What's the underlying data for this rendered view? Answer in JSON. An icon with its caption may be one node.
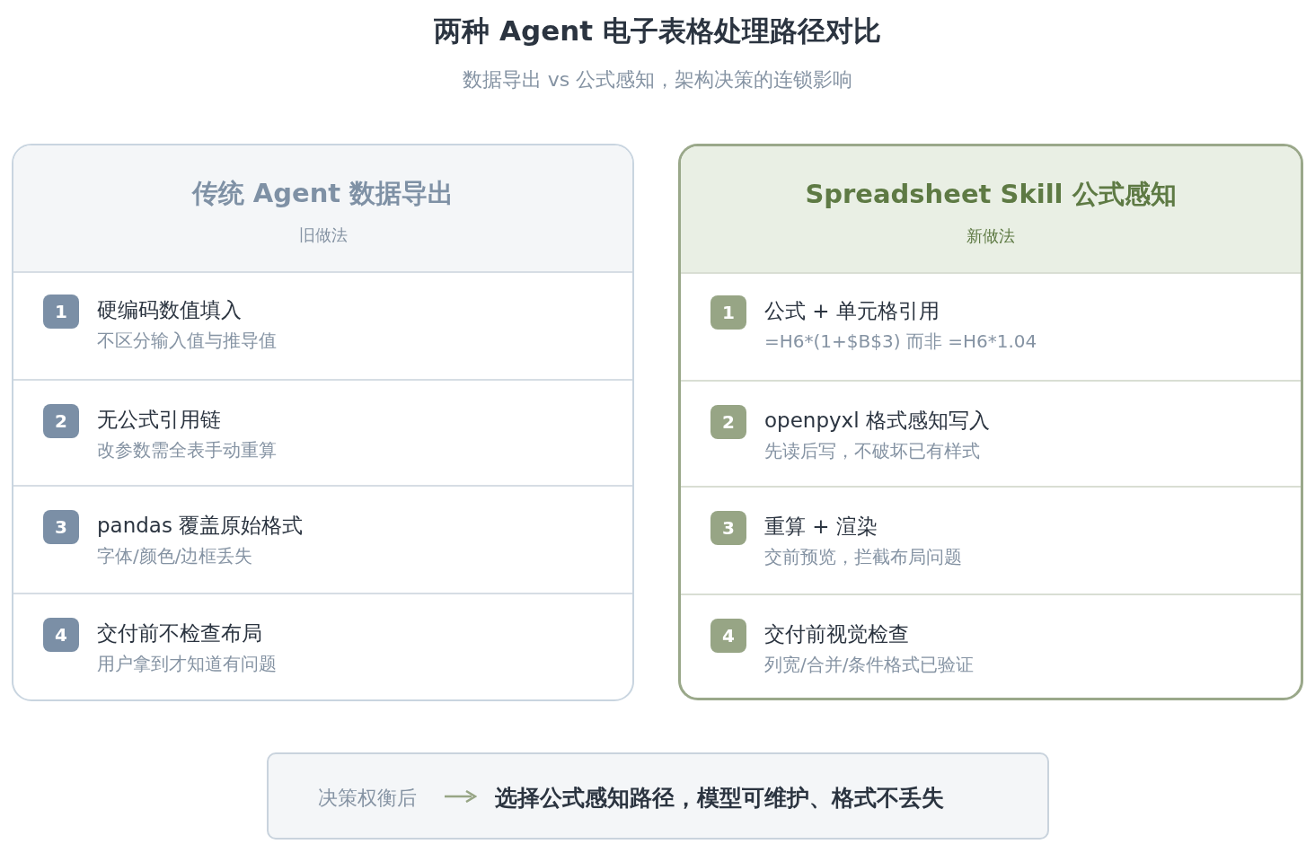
{
  "diagram": {
    "title": "两种 Agent 电子表格处理路径对比",
    "caption": "数据导出 vs 公式感知，架构决策的连锁影响",
    "nodes": [
      {
        "text": [
          "传统 Agent 数据导出",
          "旧做法"
        ]
      },
      {
        "text": [
          "1",
          "硬编码数值填入",
          "不区分输入值与推导值"
        ],
        "in": 0
      },
      {
        "text": [
          "2",
          "无公式引用链",
          "改参数需全表手动重算"
        ],
        "in": 0
      },
      {
        "text": [
          "3",
          "pandas 覆盖原始格式",
          "字体/颜色/边框丢失"
        ],
        "in": 0
      },
      {
        "text": [
          "4",
          "交付前不检查布局",
          "用户拿到才知道有问题"
        ],
        "in": 0
      },
      {
        "text": [
          "Spreadsheet Skill 公式感知",
          "新做法"
        ]
      },
      {
        "text": [
          "1",
          "公式 + 单元格引用",
          "=H6*(1+$B$3) 而非 =H6*1.04"
        ],
        "in": 5
      },
      {
        "text": [
          "2",
          "openpyxl 格式感知写入",
          "先读后写，不破坏已有样式"
        ],
        "in": 5
      },
      {
        "text": [
          "3",
          "重算 + 渲染",
          "交前预览，拦截布局问题"
        ],
        "in": 5
      },
      {
        "text": [
          "4",
          "交付前视觉检查",
          "列宽/合并/条件格式已验证"
        ],
        "in": 5
      },
      {
        "text": [
          "决策权衡后",
          "选择公式感知路径，模型可维护、格式不丢失"
        ]
      }
    ],
    "edges": []
  }
}
